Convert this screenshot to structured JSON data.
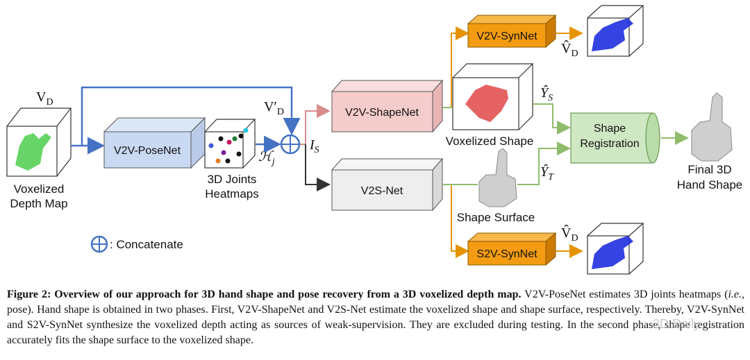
{
  "figure": {
    "input_label_main": "V",
    "input_label_sub": "D",
    "input_caption_line1": "Voxelized",
    "input_caption_line2": "Depth Map",
    "posenet_label": "V2V-PoseNet",
    "heatmap_caption_line1": "3D Joints",
    "heatmap_caption_line2": "Heatmaps",
    "heatmap_symbol": "ℋ",
    "heatmap_symbol_sub": "j",
    "skip_label_main": "V′",
    "skip_label_sub": "D",
    "concat_symbol": "I",
    "concat_symbol_sub": "S",
    "shapenet_label": "V2V-ShapeNet",
    "v2s_label": "V2S-Net",
    "synnet_top_label": "V2V-SynNet",
    "synnet_bottom_label": "S2V-SynNet",
    "vhat_top_main": "V̂",
    "vhat_top_sub": "D",
    "vhat_bottom_main": "V̂",
    "vhat_bottom_sub": "D",
    "voxel_shape_caption": "Voxelized Shape",
    "shape_surface_caption": "Shape Surface",
    "vs_symbol": "Ŷ",
    "vs_symbol_sub": "S",
    "vt_symbol": "Ŷ",
    "vt_symbol_sub": "T",
    "registration_line1": "Shape",
    "registration_line2": "Registration",
    "final_line1": "Final 3D",
    "final_line2": "Hand Shape",
    "legend_text": ": Concatenate"
  },
  "caption": {
    "bold": "Figure 2: Overview of our approach for 3D hand shape and pose recovery from a 3D voxelized depth map.",
    "text_1": " V2V-PoseNet estimates 3D joints heatmaps (",
    "italic": "i.e.,",
    "text_2": " pose). Hand shape is obtained in two phases. First, V2V-ShapeNet and V2S-Net estimate the voxelized shape and shape surface, respectively. Thereby, V2V-SynNet and S2V-SynNet synthesize the voxelized depth acting as sources of weak-supervision. They are excluded during testing. In the second phase, shape registration accurately fits the shape surface to the voxelized shape."
  },
  "watermark": "3D Daily",
  "colors": {
    "posenet_fill": "#c9d9f2",
    "shapenet_fill": "#f4cccc",
    "v2s_fill": "#eeeeee",
    "synnet_fill": "#f39c12",
    "registration_fill": "#cfe8c4",
    "blue_arrow": "#4472c4",
    "orange_arrow": "#e59400",
    "green_arrow": "#8fbc6a"
  }
}
